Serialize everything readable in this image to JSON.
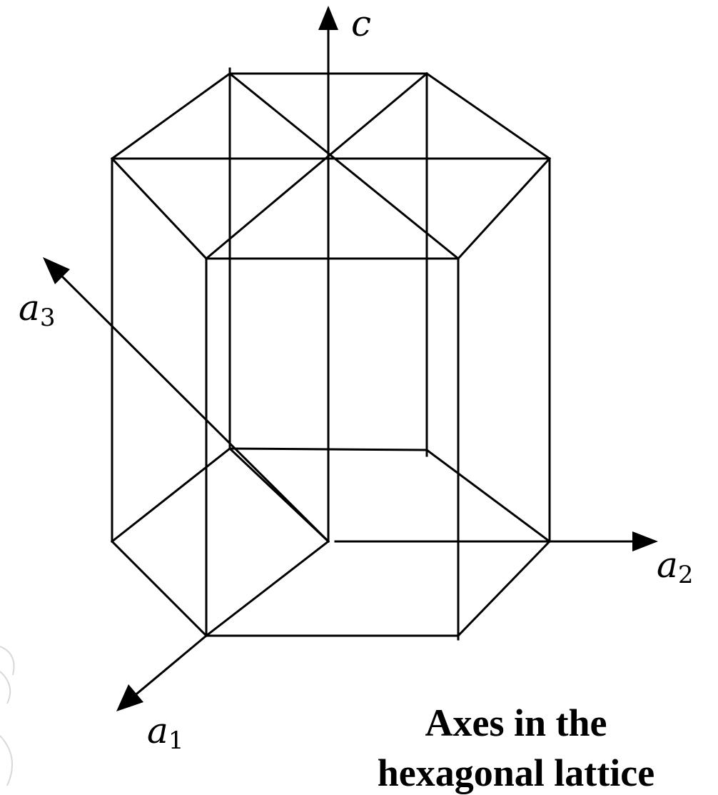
{
  "axes": {
    "c": {
      "label": "c"
    },
    "a1": {
      "label": "a",
      "subscript": "1"
    },
    "a2": {
      "label": "a",
      "subscript": "2"
    },
    "a3": {
      "label": "a",
      "subscript": "3"
    }
  },
  "caption": {
    "line1": "Axes in the",
    "line2": "hexagonal lattice"
  },
  "colors": {
    "line": "#000000",
    "background": "#ffffff"
  }
}
